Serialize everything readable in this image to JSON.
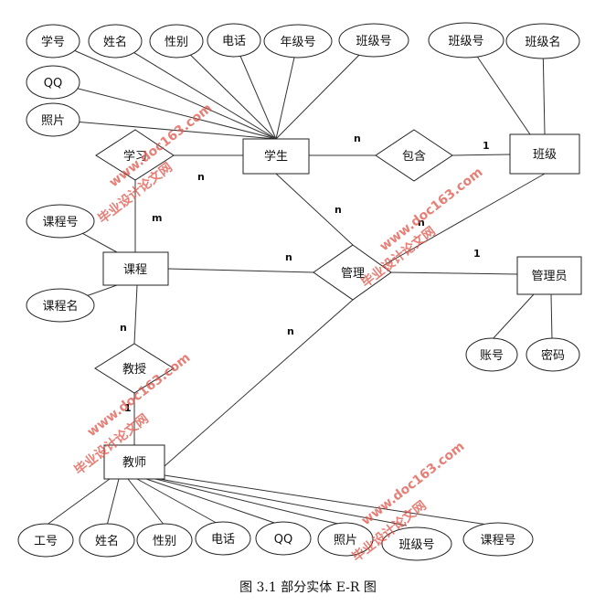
{
  "diagram": {
    "caption": "图 3.1 部分实体 E-R 图",
    "entities": {
      "student": "学生",
      "class": "班级",
      "course": "课程",
      "admin": "管理员",
      "teacher": "教师"
    },
    "relationships": {
      "study": "学习",
      "contain": "包含",
      "manage": "管理",
      "teach": "教授"
    },
    "attributes": {
      "student": [
        "学号",
        "姓名",
        "性别",
        "电话",
        "年级号",
        "班级号",
        "QQ",
        "照片"
      ],
      "class": [
        "班级号",
        "班级名"
      ],
      "course": [
        "课程号",
        "课程名"
      ],
      "admin": [
        "账号",
        "密码"
      ],
      "teacher": [
        "工号",
        "姓名",
        "性别",
        "电话",
        "QQ",
        "照片",
        "班级号",
        "课程号"
      ]
    },
    "cardinalities": {
      "student_contain": "n",
      "contain_class": "1",
      "study_student": "n",
      "study_course": "m",
      "student_manage": "n",
      "class_manage": "n",
      "course_manage": "n",
      "admin_manage": "1",
      "teacher_manage": "n",
      "course_teach": "n",
      "teach_teacher": "1"
    },
    "watermarks": [
      "毕业设计论文网",
      "www.doc163.com",
      "毕业设计论文网",
      "www.doc163.com",
      "毕业设计论文网",
      "www.doc163.com",
      "毕业设计论文网",
      "www.doc163.com"
    ]
  }
}
